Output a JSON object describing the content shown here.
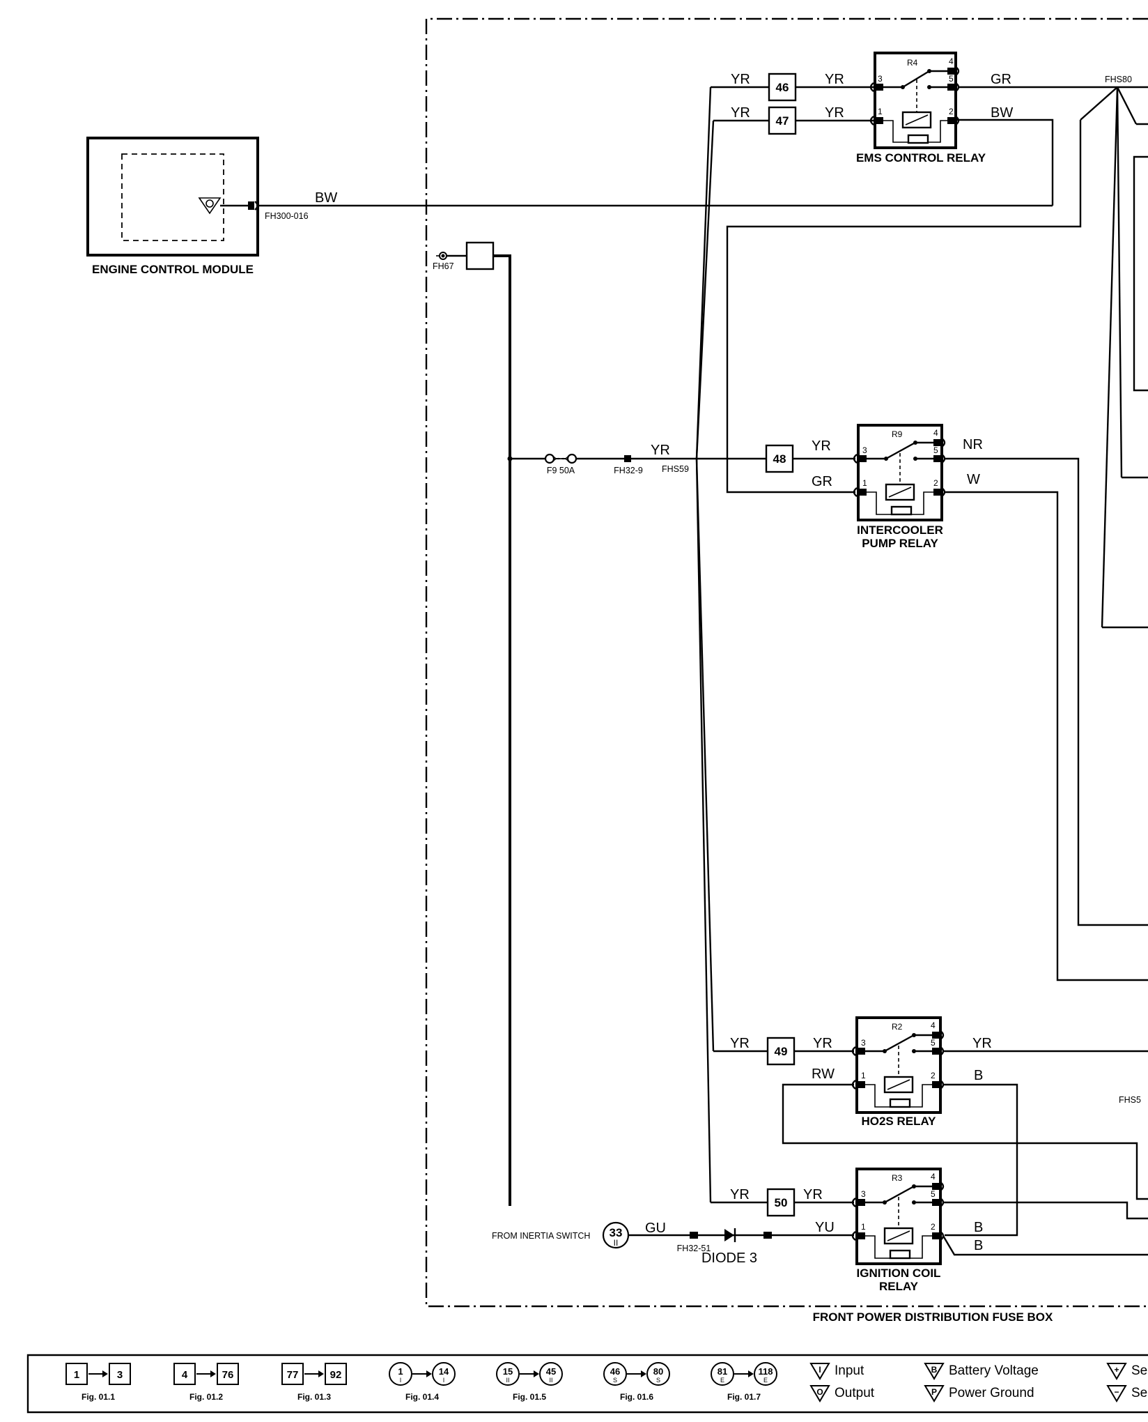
{
  "ecm": {
    "title": "ENGINE CONTROL MODULE",
    "connector": "FH300-016",
    "wire": "BW"
  },
  "fusebox": {
    "title": "FRONT POWER DISTRIBUTION FUSE BOX",
    "ground_ref": "FH67"
  },
  "fuse": {
    "label": "F9 50A",
    "connector": "FH32-9",
    "wire": "YR",
    "splice": "FHS59",
    "splice_top": "FHS80",
    "splice_right": "FHS5"
  },
  "links": [
    "46",
    "47",
    "48",
    "49",
    "50"
  ],
  "relays": {
    "ems": {
      "title": "EMS CONTROL RELAY",
      "id": "R4",
      "in_wire_top": "YR",
      "in_wire_bottom": "YR",
      "feed_top": "YR",
      "feed_bottom": "YR",
      "out_top": "GR",
      "out_bottom": "BW"
    },
    "intercooler": {
      "title_line1": "INTERCOOLER",
      "title_line2": "PUMP RELAY",
      "id": "R9",
      "in_top": "YR",
      "in_bottom": "GR",
      "out_top": "NR",
      "out_bottom": "W"
    },
    "ho2s": {
      "title": "HO2S RELAY",
      "id": "R2",
      "feed": "YR",
      "in_top": "YR",
      "in_bottom": "RW",
      "out_top": "YR",
      "out_bottom": "B"
    },
    "ignition": {
      "title_line1": "IGNITION COIL",
      "title_line2": "RELAY",
      "id": "R3",
      "feed": "YR",
      "in_top": "YR",
      "in_bottom": "YU",
      "out_top": "B",
      "out_bottom": "B"
    }
  },
  "pins": {
    "p1": "1",
    "p2": "2",
    "p3": "3",
    "p4": "4",
    "p5": "5"
  },
  "inertia": {
    "label": "FROM INERTIA SWITCH",
    "ref_num": "33",
    "ref_sub": "II",
    "wire": "GU",
    "connector": "FH32-51",
    "diode": "DIODE 3"
  },
  "legend": {
    "figs": [
      {
        "from": "1",
        "to": "3",
        "fig": "Fig. 01.1"
      },
      {
        "from": "4",
        "to": "76",
        "fig": "Fig. 01.2"
      },
      {
        "from": "77",
        "to": "92",
        "fig": "Fig. 01.3"
      },
      {
        "from": "1",
        "to": "14",
        "sub": "I",
        "fig": "Fig. 01.4"
      },
      {
        "from": "15",
        "to": "45",
        "sub": "II",
        "fig": "Fig. 01.5"
      },
      {
        "from": "46",
        "to": "80",
        "sub": "S",
        "fig": "Fig. 01.6"
      },
      {
        "from": "81",
        "to": "118",
        "sub": "E",
        "fig": "Fig. 01.7"
      }
    ],
    "keys": [
      {
        "symbol": "I",
        "label": "Input"
      },
      {
        "symbol": "O",
        "label": "Output"
      },
      {
        "symbol": "B",
        "label": "Battery Voltage"
      },
      {
        "symbol": "P",
        "label": "Power Ground"
      },
      {
        "symbol": "+",
        "label": "Se"
      },
      {
        "symbol": "−",
        "label": "Se"
      }
    ]
  }
}
